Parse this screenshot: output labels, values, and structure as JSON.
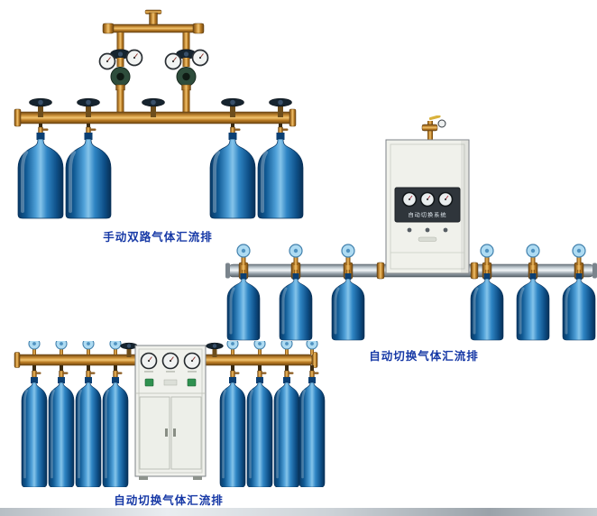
{
  "products": [
    {
      "id": "manual-dual-manifold",
      "caption": "手动双路气体汇流排",
      "cylinder_count": 4
    },
    {
      "id": "auto-switch-manifold-cabinet",
      "caption": "自动切换气体汇流排",
      "cylinder_count": 6,
      "cabinet_label": "自动切换系统"
    },
    {
      "id": "auto-switch-manifold",
      "caption": "自动切换气体汇流排",
      "cylinder_count": 8
    }
  ],
  "colors": {
    "caption": "#1739a6",
    "cylinder_blue": "#1565ad",
    "brass": "#c98a2e",
    "steel_pipe": "#9aa4ac",
    "cabinet": "#f0f1eb"
  }
}
